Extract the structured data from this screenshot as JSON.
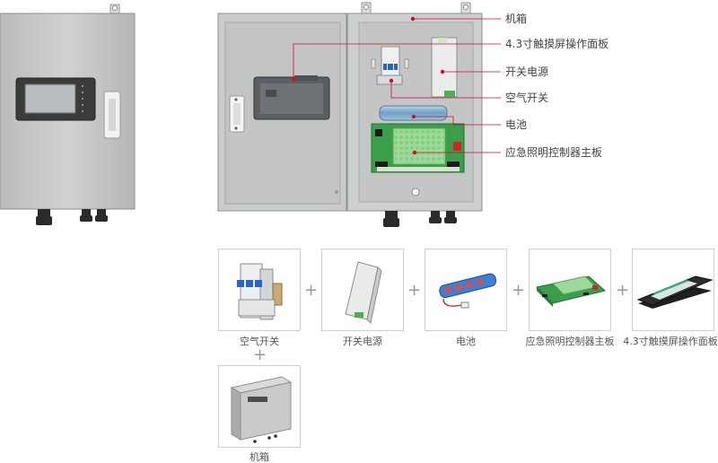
{
  "callouts": {
    "enclosure": "机箱",
    "touch_panel": "4.3寸触摸屏操作面板",
    "power_supply": "开关电源",
    "air_switch": "空气开关",
    "battery": "电池",
    "mainboard": "应急照明控制器主板"
  },
  "components": [
    {
      "label": "空气开关"
    },
    {
      "label": "开关电源"
    },
    {
      "label": "电池"
    },
    {
      "label": "应急照明控制器主板"
    },
    {
      "label": "4.3寸触摸屏操作面板"
    },
    {
      "label": "机箱"
    }
  ],
  "plus_symbol": "+",
  "colors": {
    "accent_red": "#c8102e",
    "cabinet_gray": "#c4c7c6",
    "board_green": "#3a9d4a",
    "battery_blue": "#3f7fd0"
  }
}
